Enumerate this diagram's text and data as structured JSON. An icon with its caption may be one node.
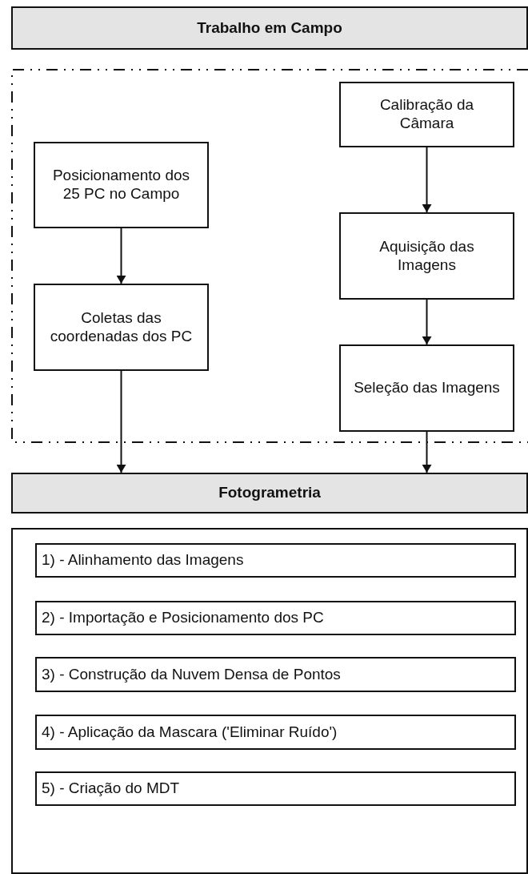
{
  "diagram": {
    "nodes": [
      {
        "text": [
          "Trabalho em Campo"
        ]
      },
      {
        "text": [],
        "shape": "box"
      },
      {
        "text": [
          "Calibração da Câmara"
        ],
        "in": 1
      },
      {
        "text": [
          "Posicionamento dos 25 PC no Campo"
        ],
        "in": 1
      },
      {
        "text": [
          "Aquisição das Imagens"
        ],
        "in": 1
      },
      {
        "text": [
          "Coletas das coordenadas dos PC"
        ],
        "in": 1
      },
      {
        "text": [
          "Seleção das Imagens"
        ],
        "in": 1
      },
      {
        "text": [
          "Fotogrametria"
        ]
      },
      {
        "text": [],
        "shape": "box"
      },
      {
        "text": [
          "1) - Alinhamento das Imagens"
        ],
        "in": 8
      },
      {
        "text": [
          "2) - Importação e Posicionamento dos PC"
        ],
        "in": 8
      },
      {
        "text": [
          "3) - Construção da Nuvem Densa de Pontos"
        ],
        "in": 8
      },
      {
        "text": [
          "4) - Aplicação da Mascara ('Eliminar Ruído')"
        ],
        "in": 8
      },
      {
        "text": [
          "5) - Criação do MDT"
        ],
        "in": 8
      }
    ],
    "edges": [
      {
        "from": 3,
        "to": 5,
        "arrow": "to"
      },
      {
        "from": 5,
        "to": 7,
        "arrow": "to"
      },
      {
        "from": 2,
        "to": 4,
        "arrow": "to"
      },
      {
        "from": 4,
        "to": 6,
        "arrow": "to"
      },
      {
        "from": 6,
        "to": 7,
        "arrow": "to"
      }
    ]
  }
}
